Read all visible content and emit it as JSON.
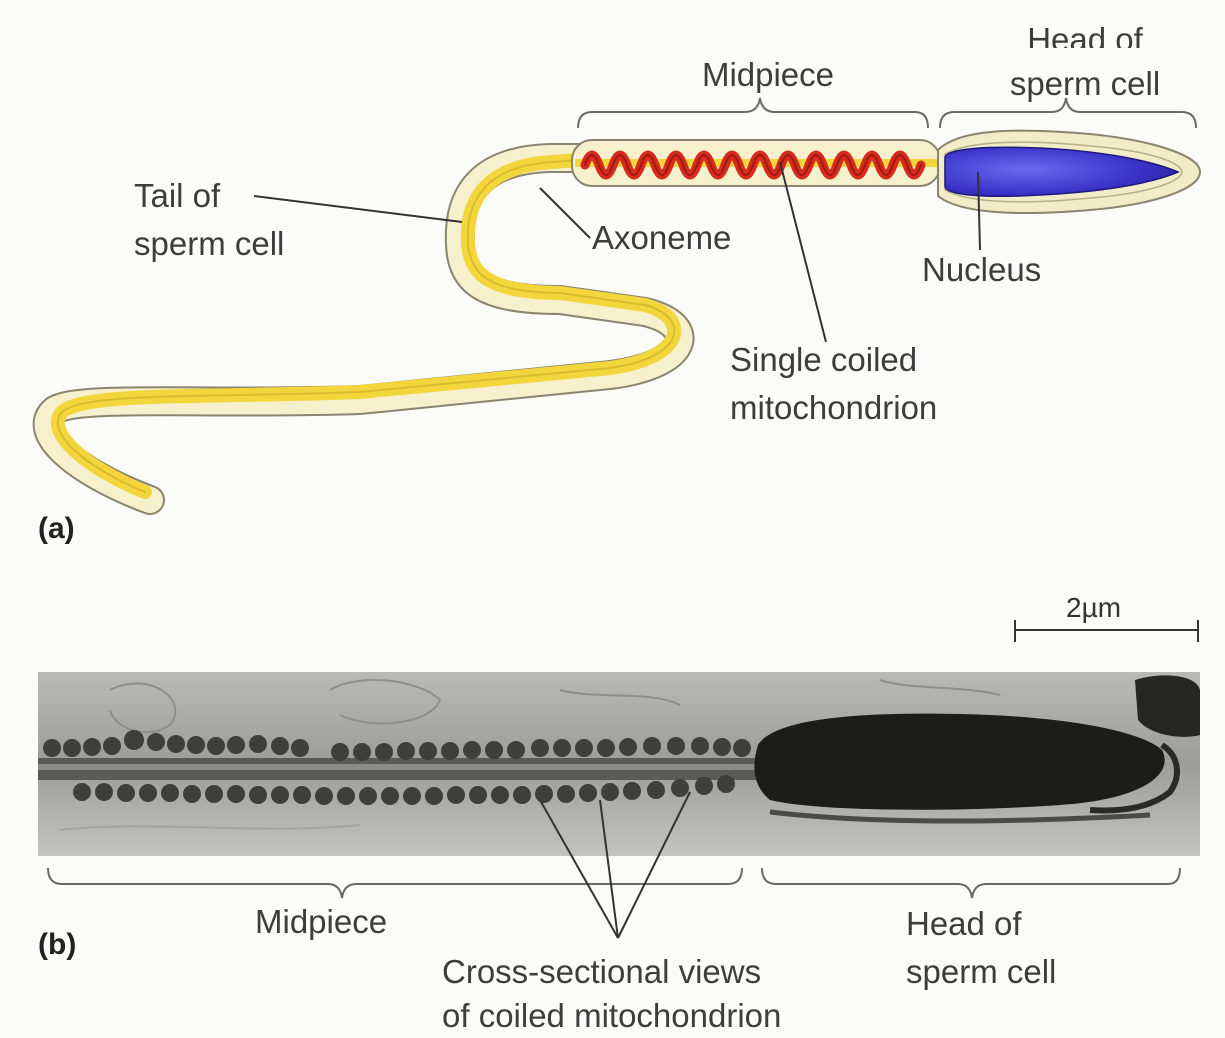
{
  "panel_a": {
    "panel_label": "(a)",
    "labels": {
      "midpiece": "Midpiece",
      "head_line1": "Head of",
      "head_line2": "sperm cell",
      "tail_line1": "Tail of",
      "tail_line2": "sperm cell",
      "axoneme": "Axoneme",
      "nucleus": "Nucleus",
      "mito_line1": "Single coiled",
      "mito_line2": "mitochondrion"
    },
    "colors": {
      "tail": "#f2d63c",
      "sheath": "#f6f0cc",
      "mitochondrion": "#d62a1e",
      "nucleus": "#3a33c7",
      "head_envelope": "#f1ebc6"
    }
  },
  "panel_b": {
    "panel_label": "(b)",
    "scale_bar": "2µm",
    "labels": {
      "midpiece": "Midpiece",
      "head_line1": "Head of",
      "head_line2": "sperm cell",
      "cross_line1": "Cross-sectional views",
      "cross_line2": "of coiled mitochondrion"
    }
  }
}
